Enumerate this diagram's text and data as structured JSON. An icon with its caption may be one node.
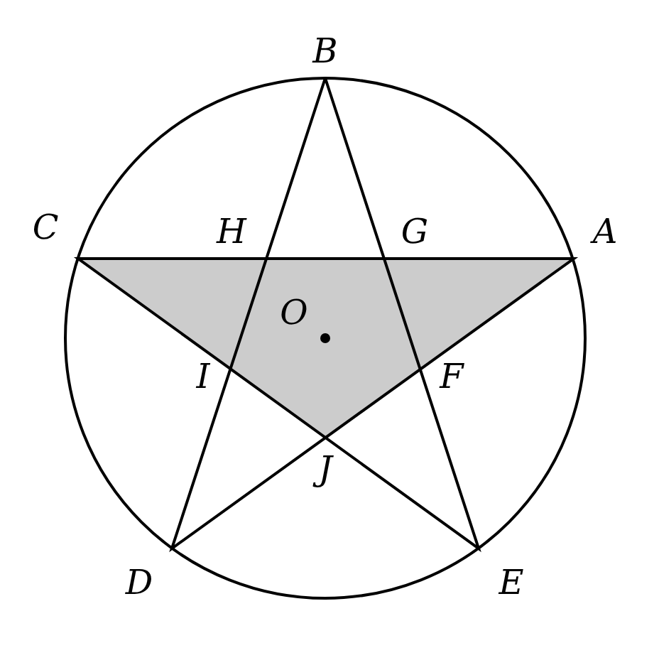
{
  "diagram": {
    "labels": [
      "B",
      "C",
      "H",
      "G",
      "A",
      "O",
      "I",
      "F",
      "J",
      "D",
      "E"
    ]
  }
}
